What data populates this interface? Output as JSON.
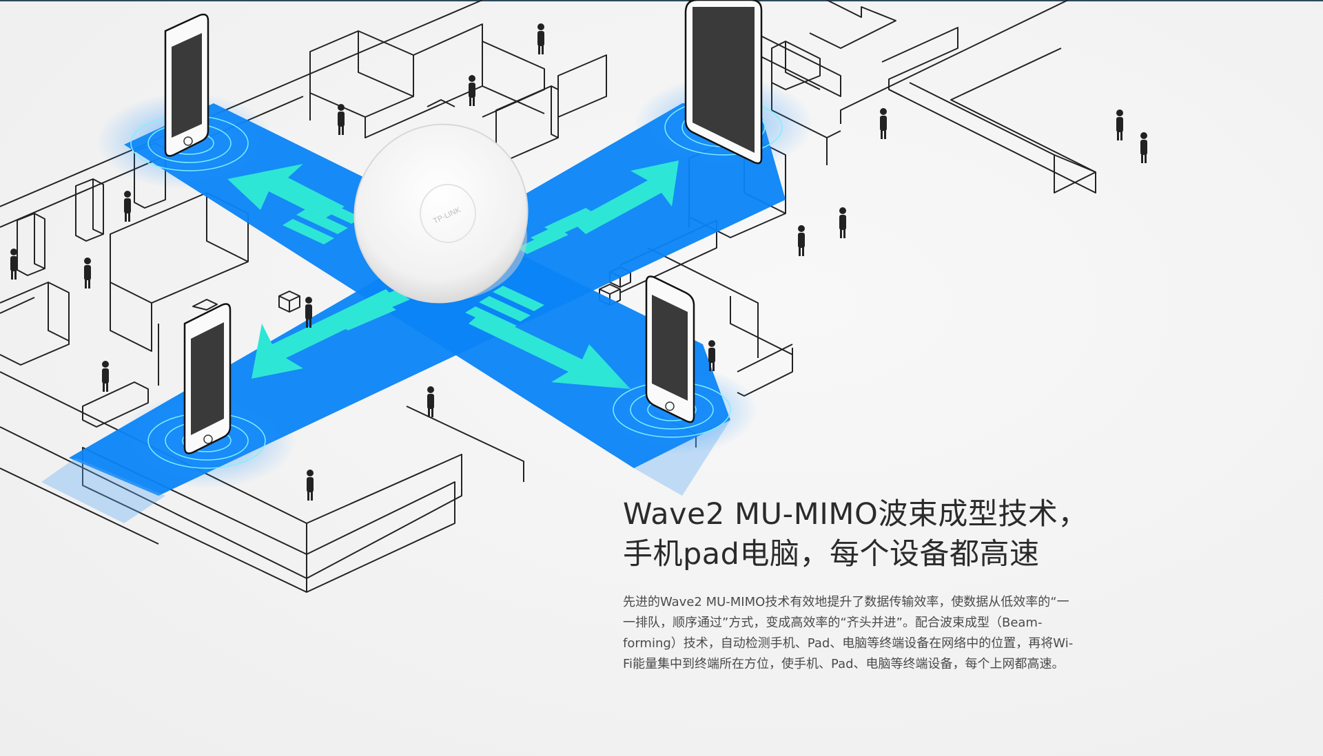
{
  "device_logo": "TP-LINK",
  "headline": {
    "line1": "Wave2 MU-MIMO波束成型技术，",
    "line2": "手机pad电脑，每个设备都高速"
  },
  "description": "先进的Wave2 MU-MIMO技术有效地提升了数据传输效率，使数据从低效率的“一一排队，顺序通过”方式，变成高效率的“齐头并进”。配合波束成型（Beam-forming）技术，自动检测手机、Pad、电脑等终端设备在网络中的位置，再将Wi-Fi能量集中到终端所在方位，使手机、Pad、电脑等终端设备，每个上网都高速。",
  "colors": {
    "beam_blue": "#0a84f5",
    "arrow_cyan": "#2ee6d6",
    "text_dark": "#2b2b2b",
    "line_art": "#222222"
  }
}
